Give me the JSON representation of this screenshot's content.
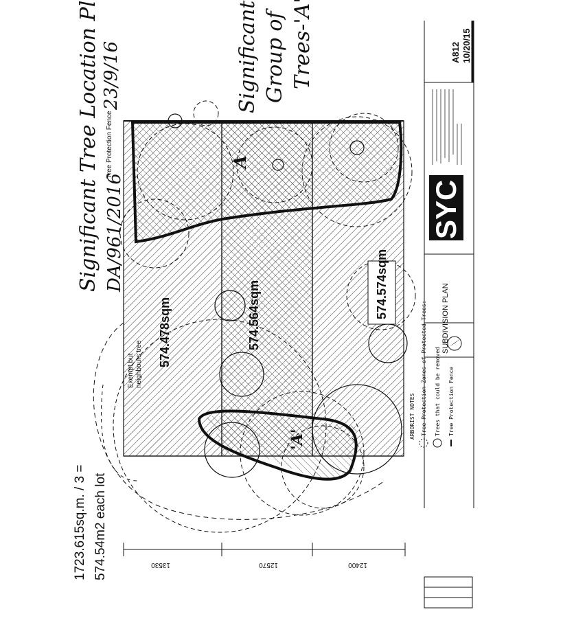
{
  "annotations": {
    "title_line1": "Significant Tree Location Plan",
    "date_handwritten": "23/9/16",
    "da_number": "DA/961/2016",
    "group_label_line1": "Significant",
    "group_label_line2": "Group of",
    "group_label_line3": "Trees-'A'",
    "area_calc_line1": "1723.615sq.m. / 3 =",
    "area_calc_line2": "574.54m2 each lot",
    "group_marker": "'A'",
    "group_marker_plain": "A"
  },
  "lots": [
    {
      "area": "574.478sqm"
    },
    {
      "area": "574.564sqm"
    },
    {
      "area": "574.574sqm"
    }
  ],
  "dimensions": {
    "lot1": "13530",
    "lot2": "12570",
    "lot3": "12400"
  },
  "notes": {
    "fence_label": "Tree Protection Fence",
    "exempt_note_line1": "Exempt but",
    "exempt_note_line2": "neighbours tree",
    "arborist_heading": "ARBORIST NOTES",
    "legend_zones": "Tree Protection Zones of Protected Trees:",
    "legend_removed": "Trees that could be removed",
    "legend_fence": "Tree Protection Fence"
  },
  "title_block": {
    "drawing_title": "SUBDIVISION PLAN",
    "company_logo": "SYC",
    "drawing_number": "A812",
    "date": "10/20/15"
  },
  "colors": {
    "ink": "#111111",
    "hatch": "#3a3a3a",
    "paper": "#ffffff"
  }
}
